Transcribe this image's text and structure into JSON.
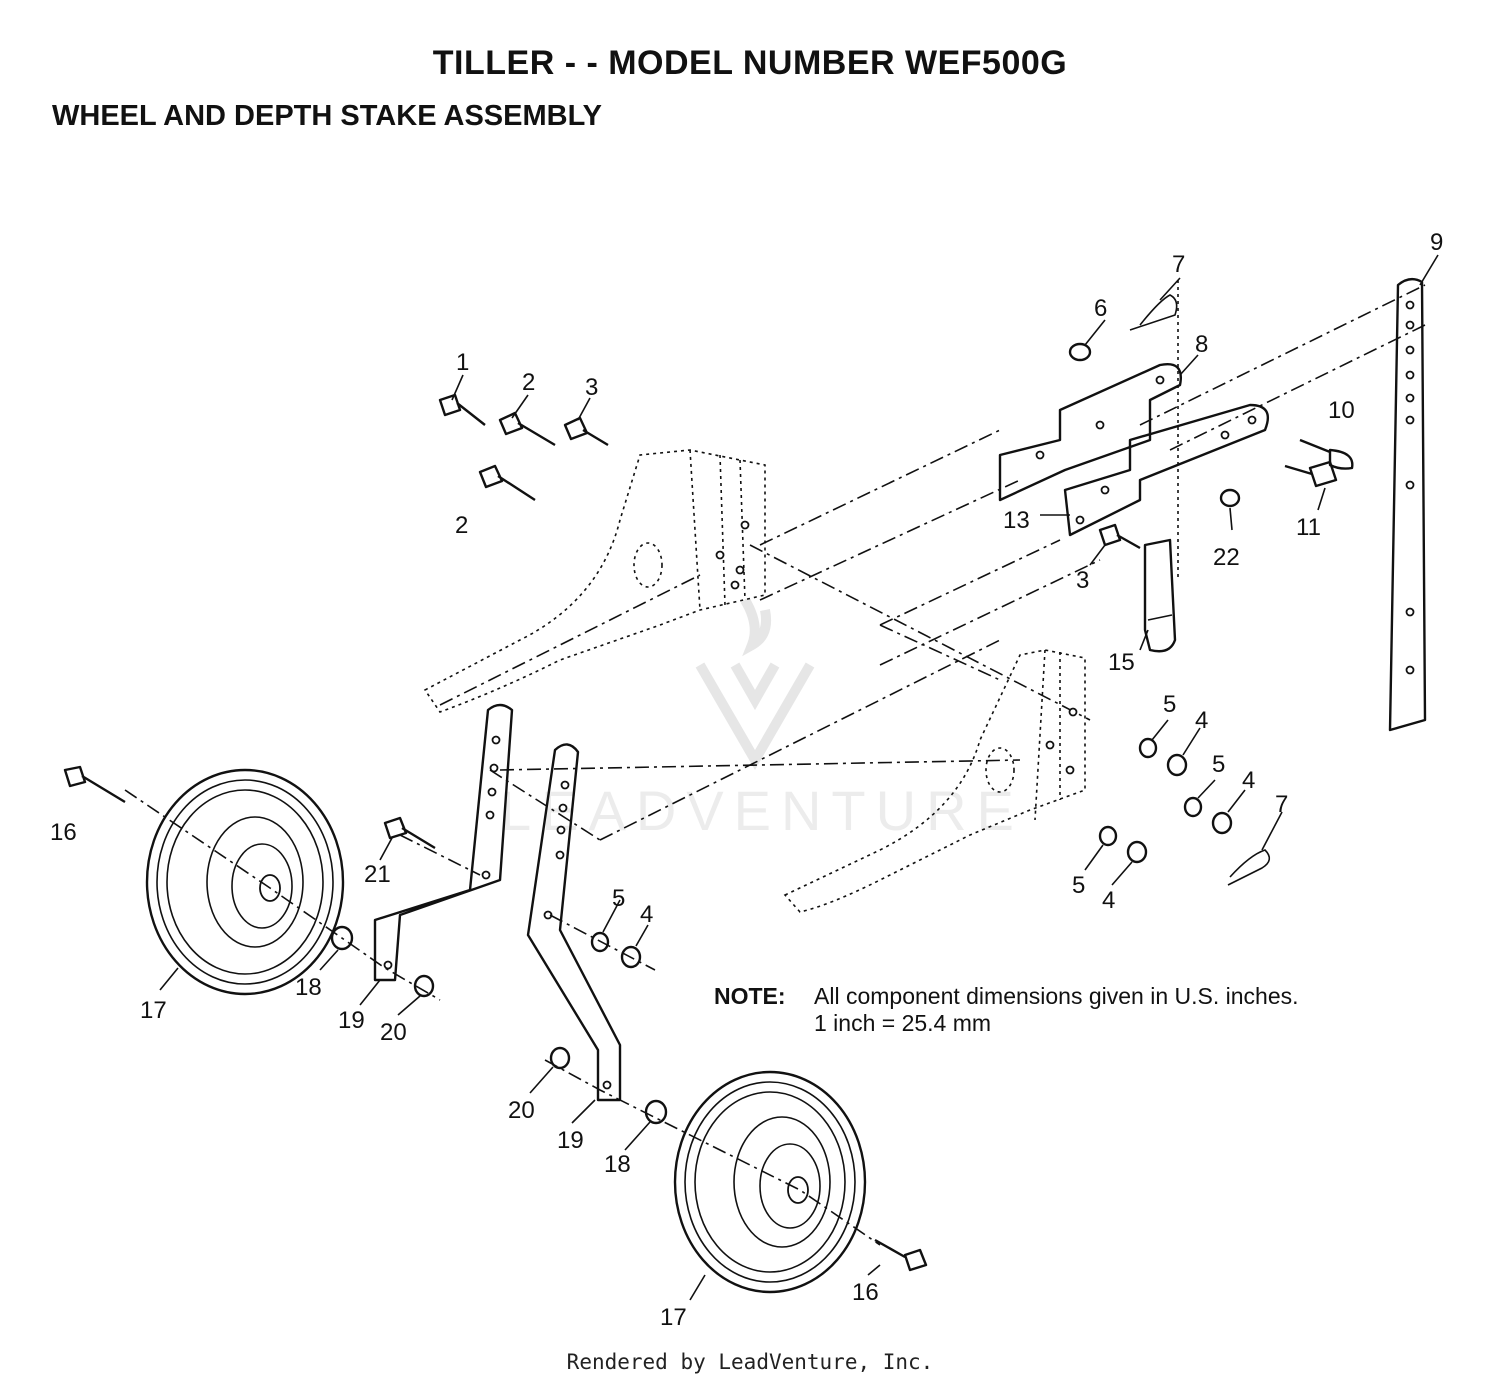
{
  "header": {
    "title": "TILLER - - MODEL NUMBER WEF500G",
    "subtitle": "WHEEL AND DEPTH STAKE ASSEMBLY"
  },
  "note": {
    "label": "NOTE:",
    "line1": "All component dimensions given in U.S. inches.",
    "line2": "1 inch = 25.4 mm"
  },
  "watermark": {
    "text": "LEADVENTURE"
  },
  "callouts": {
    "c1": "1",
    "c2a": "2",
    "c2b": "2",
    "c3a": "3",
    "c3b": "3",
    "c4a": "4",
    "c4b": "4",
    "c4c": "4",
    "c4d": "4",
    "c5a": "5",
    "c5b": "5",
    "c5c": "5",
    "c5d": "5",
    "c6": "6",
    "c7a": "7",
    "c7b": "7",
    "c8": "8",
    "c9": "9",
    "c10": "10",
    "c11": "11",
    "c13": "13",
    "c15": "15",
    "c16a": "16",
    "c16b": "16",
    "c17a": "17",
    "c17b": "17",
    "c18a": "18",
    "c18b": "18",
    "c19a": "19",
    "c19b": "19",
    "c20a": "20",
    "c20b": "20",
    "c21": "21",
    "c22": "22"
  },
  "footer": {
    "text": "Rendered by LeadVenture, Inc."
  }
}
